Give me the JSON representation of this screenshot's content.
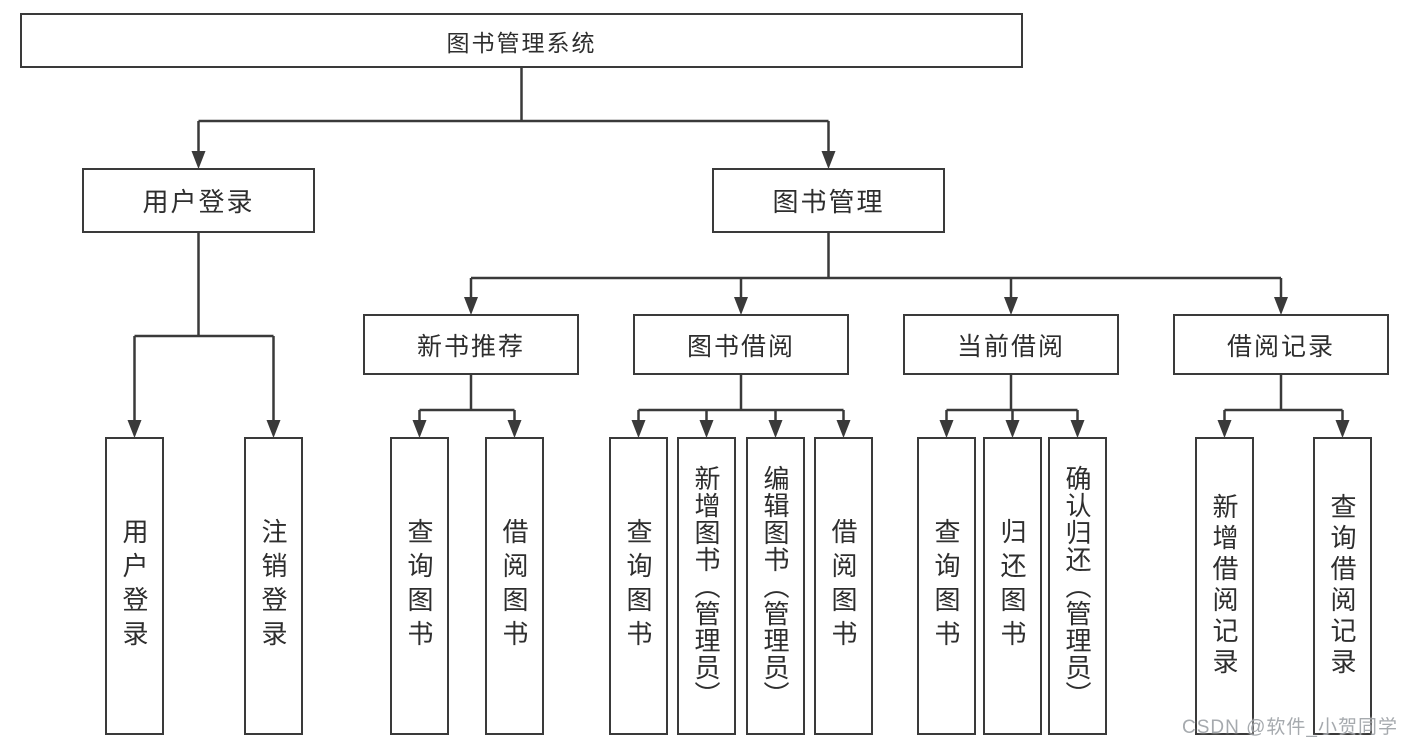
{
  "watermark": "CSDN @软件_小贺同学",
  "colors": {
    "line": "#3a3a3a",
    "text": "#2e2e2e",
    "watermark_text": "#9fa3a8",
    "background": "#ffffff"
  },
  "tree": {
    "label": "图书管理系统",
    "children": [
      {
        "label": "用户登录",
        "leaves": [
          "用户登录",
          "注销登录"
        ]
      },
      {
        "label": "图书管理",
        "children": [
          {
            "label": "新书推荐",
            "leaves": [
              "查询图书",
              "借阅图书"
            ]
          },
          {
            "label": "图书借阅",
            "leaves": [
              "查询图书",
              "新增图书（管理员）",
              "编辑图书（管理员）",
              "借阅图书"
            ]
          },
          {
            "label": "当前借阅",
            "leaves": [
              "查询图书",
              "归还图书",
              "确认归还（管理员）"
            ]
          },
          {
            "label": "借阅记录",
            "leaves": [
              "新增借阅记录",
              "查询借阅记录"
            ]
          }
        ]
      }
    ]
  }
}
